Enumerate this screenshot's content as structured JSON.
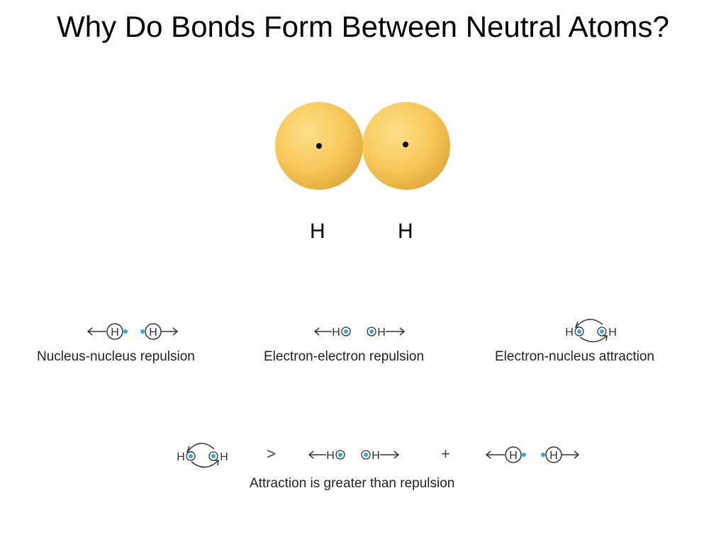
{
  "slide": {
    "title": "Why Do Bonds Form Between Neutral Atoms?"
  },
  "atoms": {
    "left_label": "H",
    "right_label": "H",
    "sphere_color": "#f7c85a",
    "nucleus_color": "#000000"
  },
  "interactions": [
    {
      "caption": "Nucleus-nucleus repulsion",
      "atom_a": "H",
      "atom_b": "H"
    },
    {
      "caption": "Electron-electron repulsion",
      "atom_a": "H",
      "atom_b": "H"
    },
    {
      "caption": "Electron-nucleus attraction",
      "atom_a": "H",
      "atom_b": "H"
    }
  ],
  "summary": {
    "greater_than": ">",
    "plus": "+",
    "caption": "Attraction is greater than repulsion"
  },
  "colors": {
    "electron": "#29abe2",
    "line": "#333333"
  }
}
